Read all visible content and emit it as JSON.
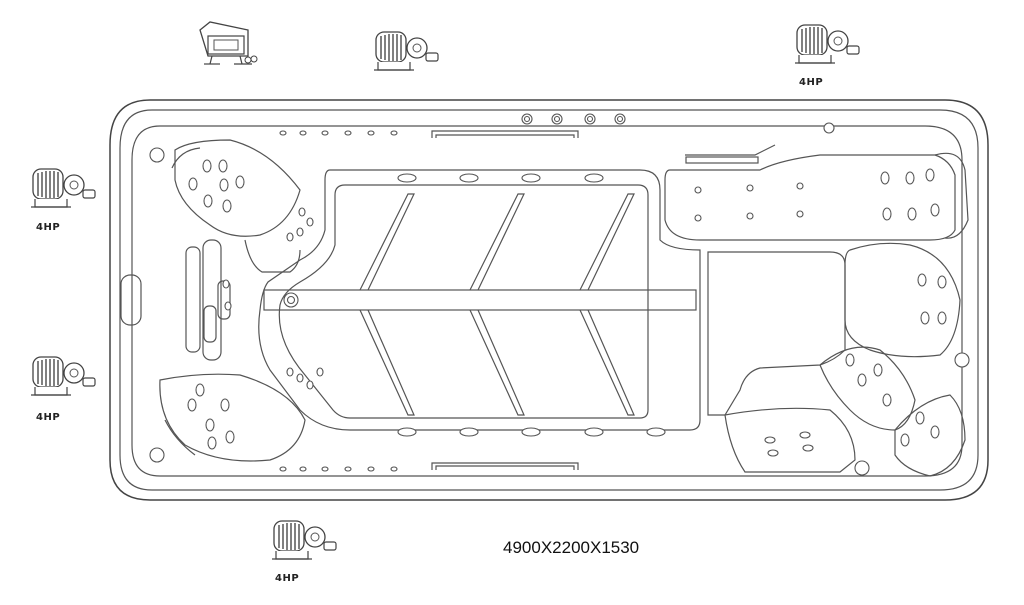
{
  "labels": {
    "pump_top_right": "4HP",
    "pump_left_upper": "4HP",
    "pump_left_lower": "4HP",
    "pump_bottom": "4HP"
  },
  "dimensions": "4900X2200X1530",
  "colors": {
    "line": "#555555",
    "pump_body": "#888888",
    "background": "#ffffff"
  },
  "icons": [
    "pump-icon",
    "control-box-icon",
    "jet-icon"
  ]
}
